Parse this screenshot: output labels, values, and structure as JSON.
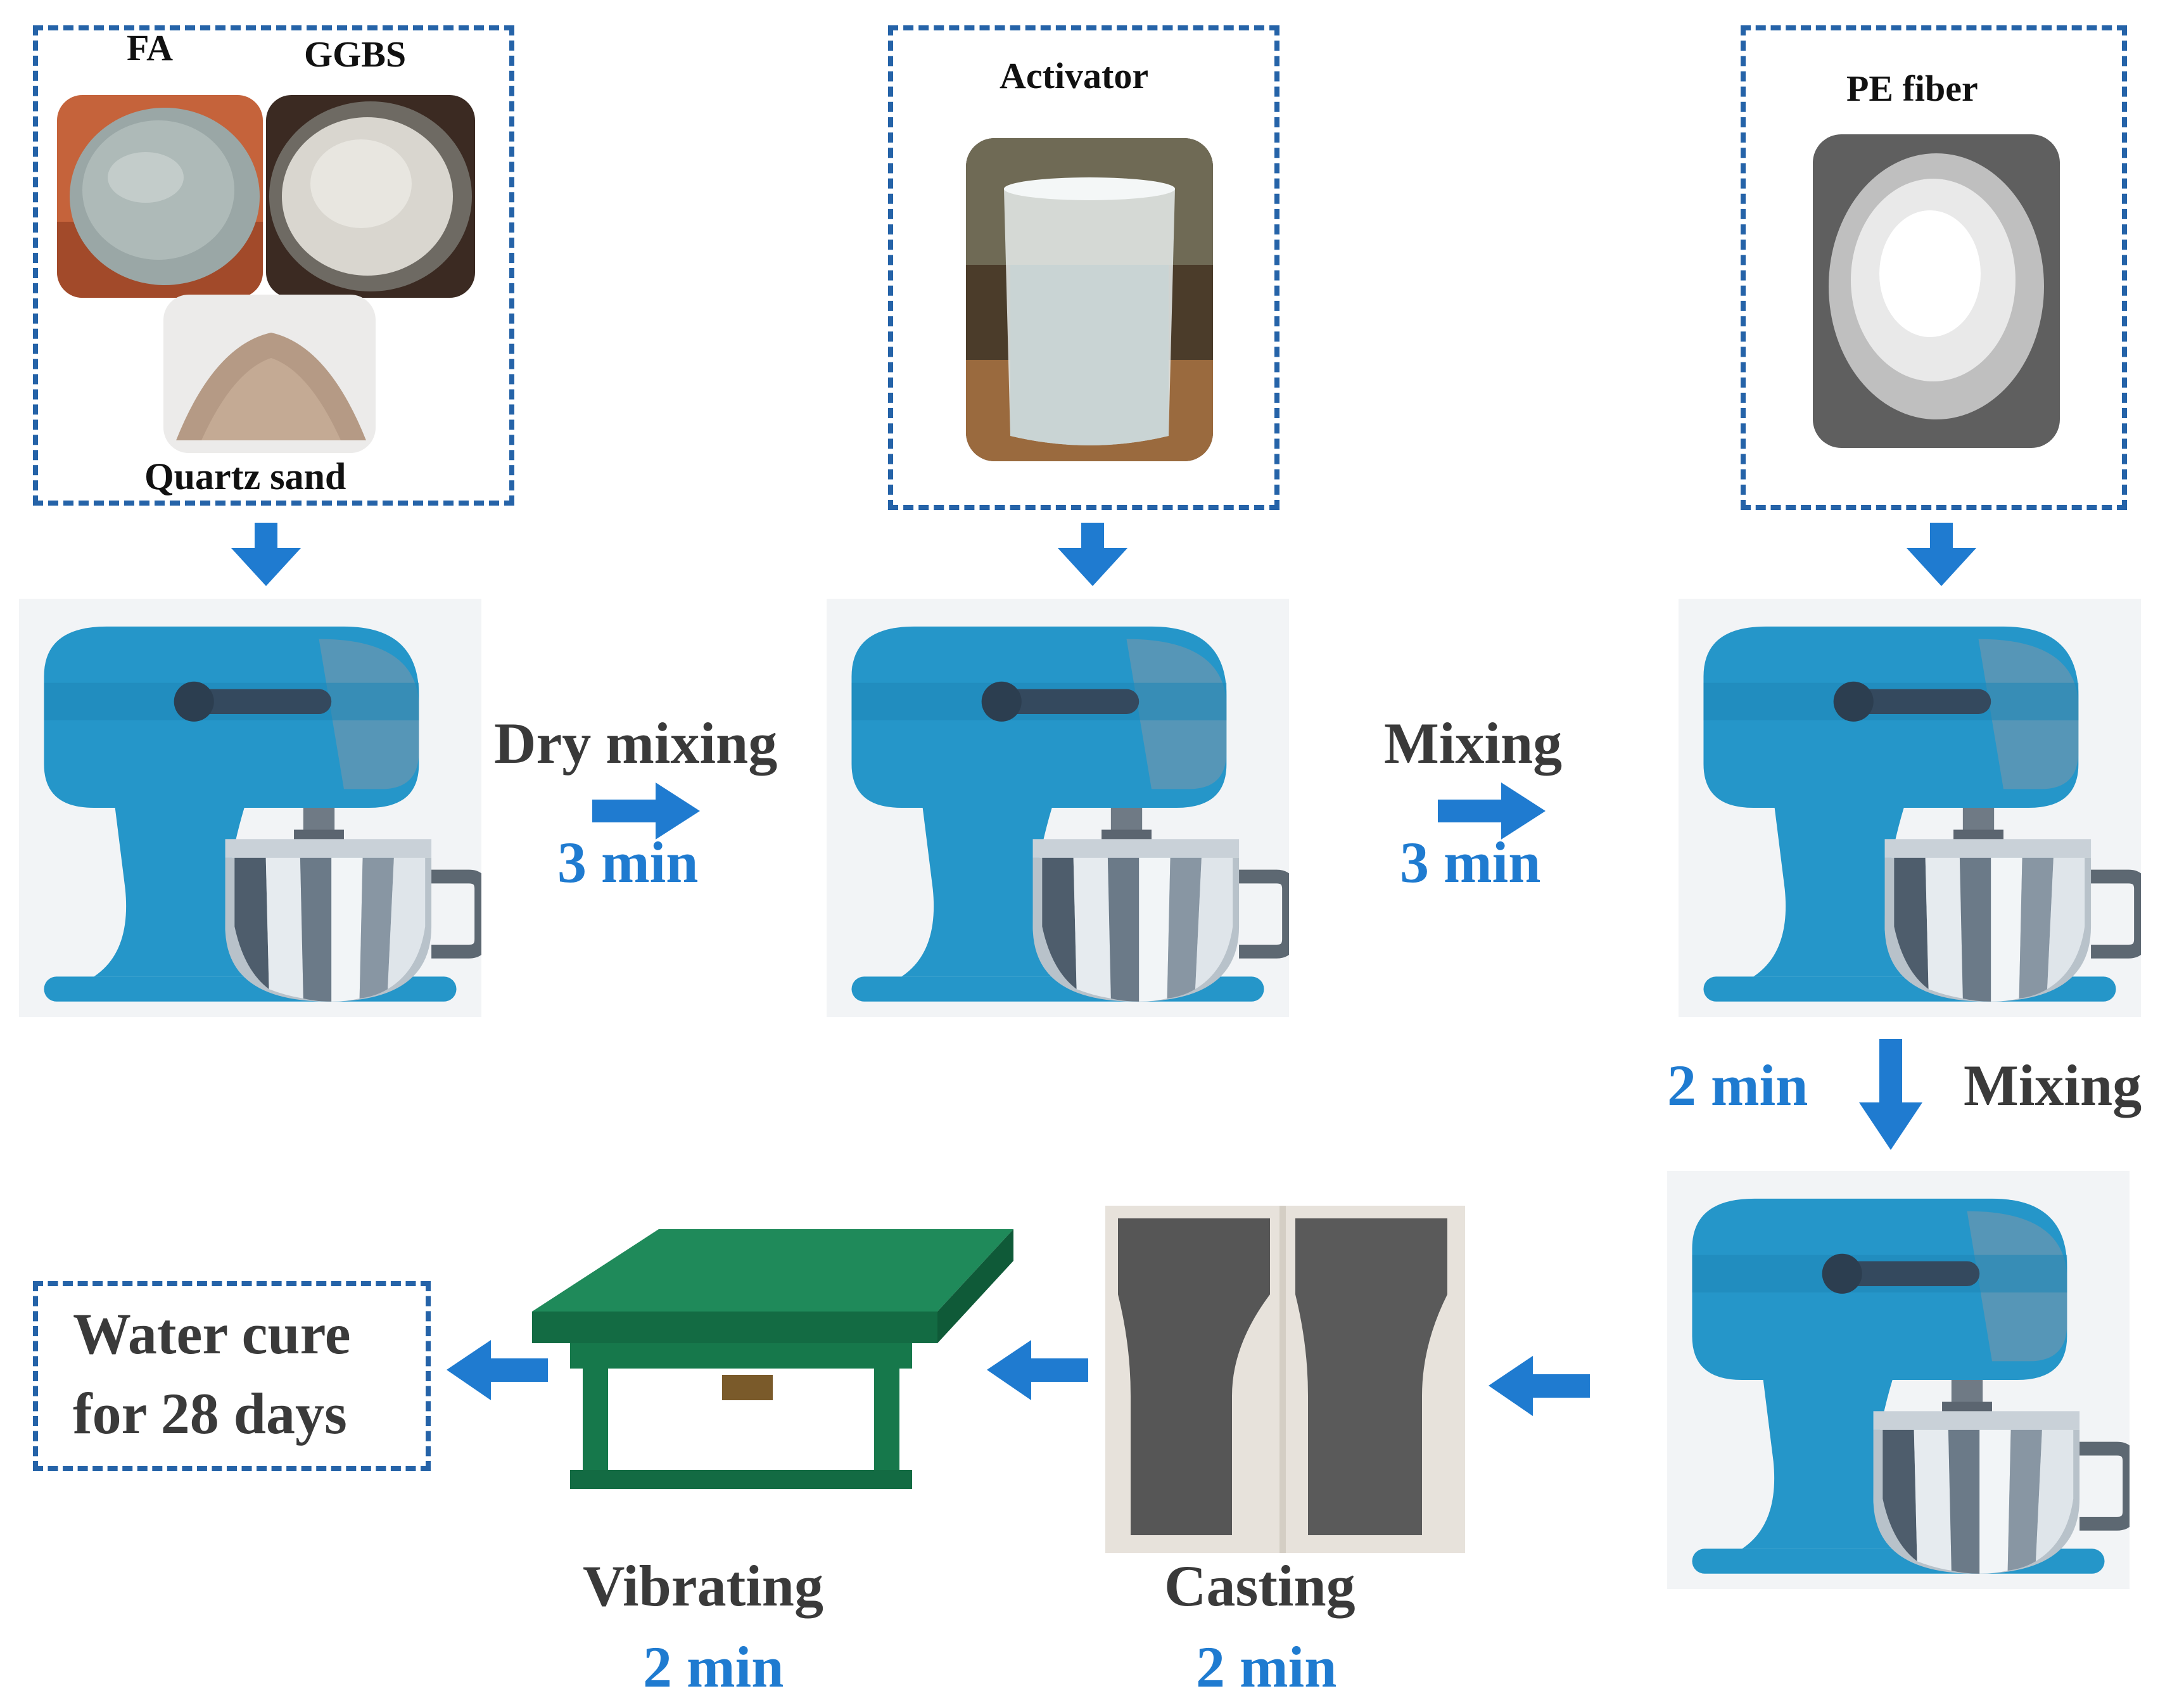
{
  "inputs": {
    "group1": {
      "fa_label": "FA",
      "ggbs_label": "GGBS",
      "sand_label": "Quartz sand"
    },
    "group2": {
      "label": "Activator"
    },
    "group3": {
      "label": "PE fiber"
    }
  },
  "steps": {
    "dry_mixing": {
      "label": "Dry mixing",
      "time": "3 min"
    },
    "mixing1": {
      "label": "Mixing",
      "time": "3 min"
    },
    "mixing2": {
      "label": "Mixing",
      "time": "2 min"
    },
    "casting": {
      "label": "Casting",
      "time": "2 min"
    },
    "vibrating": {
      "label": "Vibrating",
      "time": "2 min"
    }
  },
  "final": {
    "line1": "Water cure",
    "line2": "for 28 days"
  },
  "colors": {
    "arrow": "#1f7bd0",
    "box_border": "#2563a8",
    "mixer_body": "#2596c9",
    "time_text": "#1f7bd0"
  }
}
